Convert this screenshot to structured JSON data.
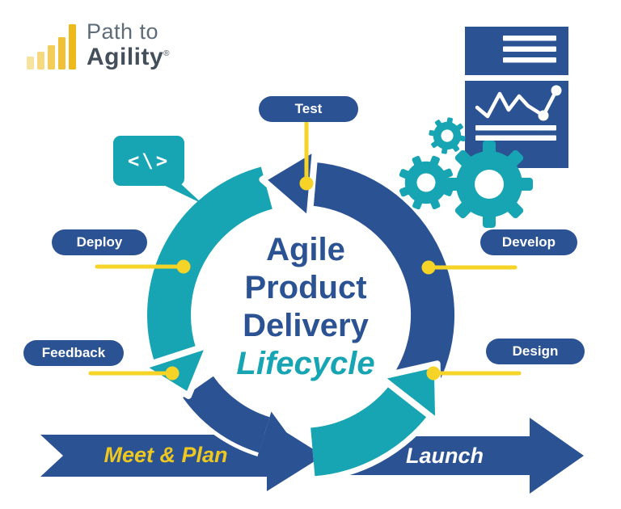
{
  "brand": {
    "name_top": "Path to",
    "name_bottom": "Agility",
    "trademark": "®"
  },
  "title": {
    "line1": "Agile",
    "line2": "Product",
    "line3": "Delivery",
    "accent": "Lifecycle"
  },
  "stages": {
    "test": "Test",
    "develop": "Develop",
    "design": "Design",
    "deploy": "Deploy",
    "feedback": "Feedback"
  },
  "banner": {
    "meet_plan": "Meet & Plan",
    "launch": "Launch"
  },
  "bubble": {
    "code_glyph": "<\\>"
  },
  "colors": {
    "primary_blue": "#2b5394",
    "teal": "#17a4b3",
    "connector_yellow": "#f5d327",
    "banner_text_gold": "#eec81f"
  }
}
